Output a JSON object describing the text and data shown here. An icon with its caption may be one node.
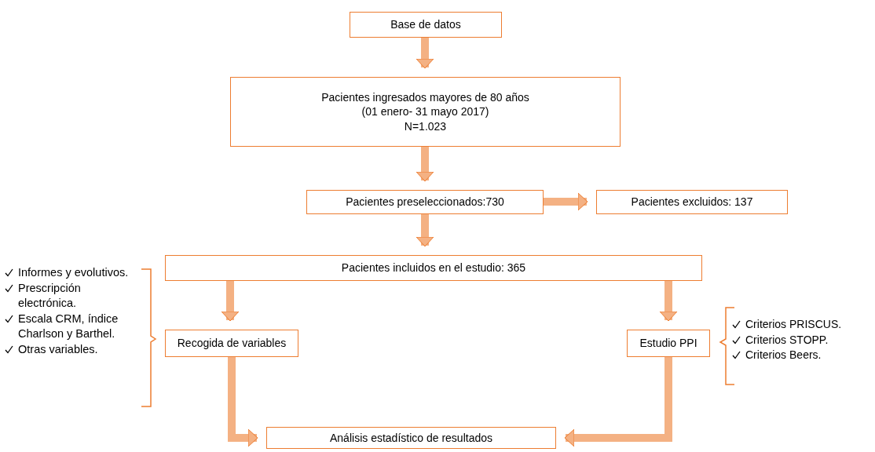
{
  "diagram": {
    "nodes": [
      {
        "text": [
          "Base de datos"
        ]
      },
      {
        "text": [
          "Pacientes ingresados mayores de 80 años",
          "(01 enero- 31 mayo 2017)",
          "N=1.023"
        ]
      },
      {
        "text": [
          "Pacientes preseleccionados:730"
        ]
      },
      {
        "text": [
          "Pacientes excluidos: 137"
        ]
      },
      {
        "text": [
          "Pacientes incluidos en el estudio: 365"
        ]
      },
      {
        "text": [
          "Recogida de variables"
        ]
      },
      {
        "text": [
          "Estudio PPI"
        ]
      },
      {
        "text": [
          "Análisis estadístico de resultados"
        ]
      }
    ],
    "edges": [
      {
        "from": 0,
        "to": 1,
        "arrow": "to"
      },
      {
        "from": 1,
        "to": 2,
        "arrow": "to"
      },
      {
        "from": 2,
        "to": 3,
        "arrow": "to"
      },
      {
        "from": 2,
        "to": 4,
        "arrow": "to"
      },
      {
        "from": 4,
        "to": 5,
        "arrow": "to"
      },
      {
        "from": 4,
        "to": 6,
        "arrow": "to"
      },
      {
        "from": 5,
        "to": 7,
        "arrow": "to"
      },
      {
        "from": 6,
        "to": 7,
        "arrow": "to"
      }
    ],
    "labels": [
      "Informes y evolutivos.",
      "Prescripción electrónica.",
      "Escala CRM, índice Charlson y Barthel.",
      "Otras variables.",
      "Criterios PRISCUS.",
      "Criterios STOPP.",
      "Criterios Beers."
    ]
  }
}
